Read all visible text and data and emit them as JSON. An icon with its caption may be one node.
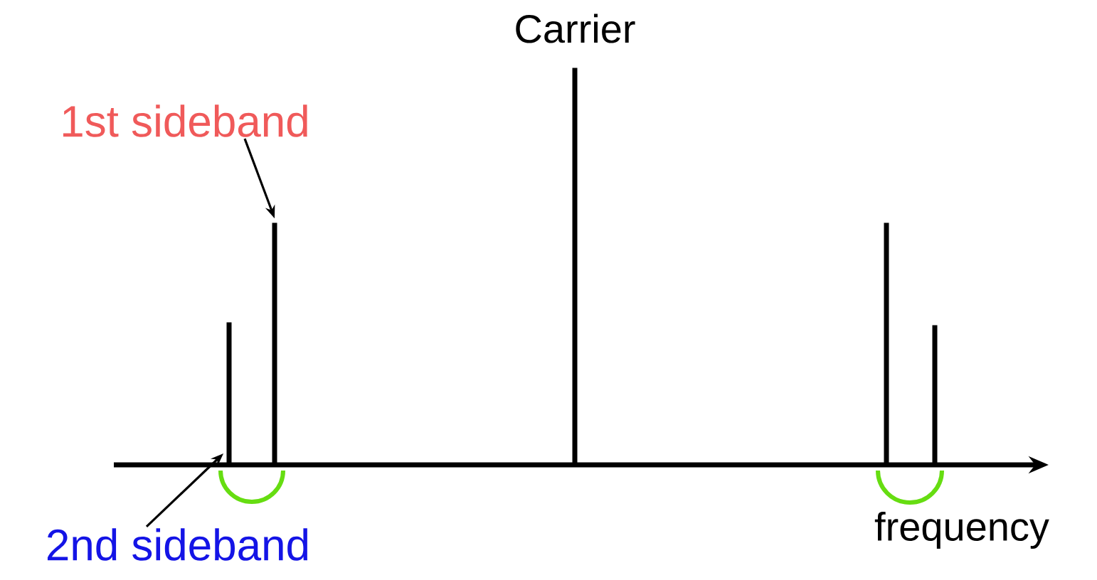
{
  "diagram": {
    "nodes": [
      {
        "text": [
          "1st sideband"
        ]
      },
      {
        "text": [
          "2nd sideband"
        ]
      },
      {
        "text": [],
        "shape": "bar"
      },
      {
        "text": [],
        "shape": "bar"
      },
      {
        "text": [],
        "shape": "bar"
      },
      {
        "text": [],
        "shape": "bar"
      },
      {
        "text": [],
        "shape": "bar"
      }
    ],
    "edges": [
      {
        "from": 0,
        "to": 3,
        "arrow": "to"
      },
      {
        "from": 1,
        "to": 2,
        "arrow": "to"
      }
    ],
    "labels": [
      "Carrier",
      "frequency"
    ]
  }
}
